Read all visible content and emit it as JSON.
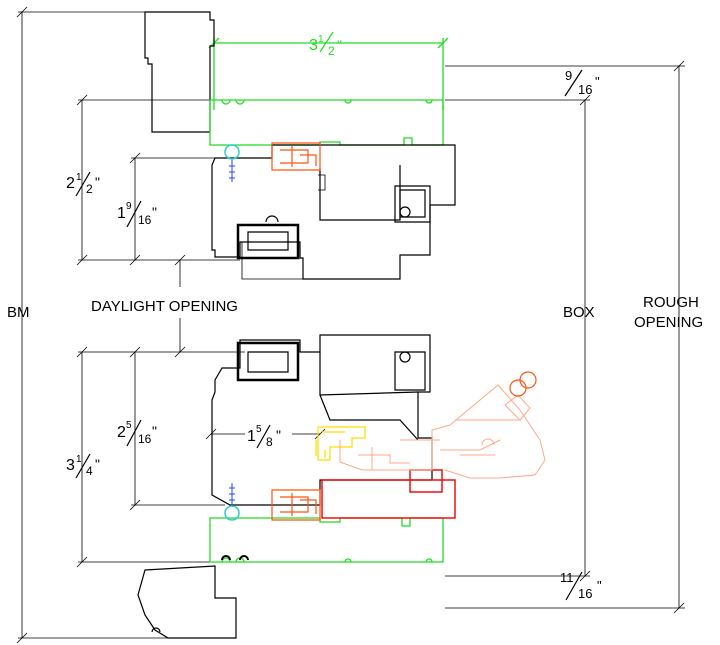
{
  "labels": {
    "bm": "BM",
    "box": "BOX",
    "rough_1": "ROUGH",
    "rough_2": "OPENING",
    "daylight": "DAYLIGHT OPENING"
  },
  "dims": {
    "top_width": {
      "whole": "3",
      "num": "1",
      "den": "2",
      "inch": "\""
    },
    "top_offset": {
      "whole": "",
      "num": "9",
      "den": "16",
      "inch": "\""
    },
    "top_height": {
      "whole": "2",
      "num": "1",
      "den": "2",
      "inch": "\""
    },
    "top_glass": {
      "whole": "1",
      "num": "9",
      "den": "16",
      "inch": "\""
    },
    "bottom_glass": {
      "whole": "2",
      "num": "5",
      "den": "16",
      "inch": "\""
    },
    "bottom_height": {
      "whole": "3",
      "num": "1",
      "den": "4",
      "inch": "\""
    },
    "bottom_depth": {
      "whole": "1",
      "num": "5",
      "den": "8",
      "inch": "\""
    },
    "bottom_offset": {
      "whole": "",
      "num": "11",
      "den": "16",
      "inch": "\""
    }
  },
  "colors": {
    "line": "#000000",
    "jamb": "#22dd22",
    "gasket": "#ff5511",
    "sash": "#ee1111",
    "hardware": "#ffdd00",
    "lock": "#ffaa88",
    "weatherstrip": "#33cccc"
  }
}
